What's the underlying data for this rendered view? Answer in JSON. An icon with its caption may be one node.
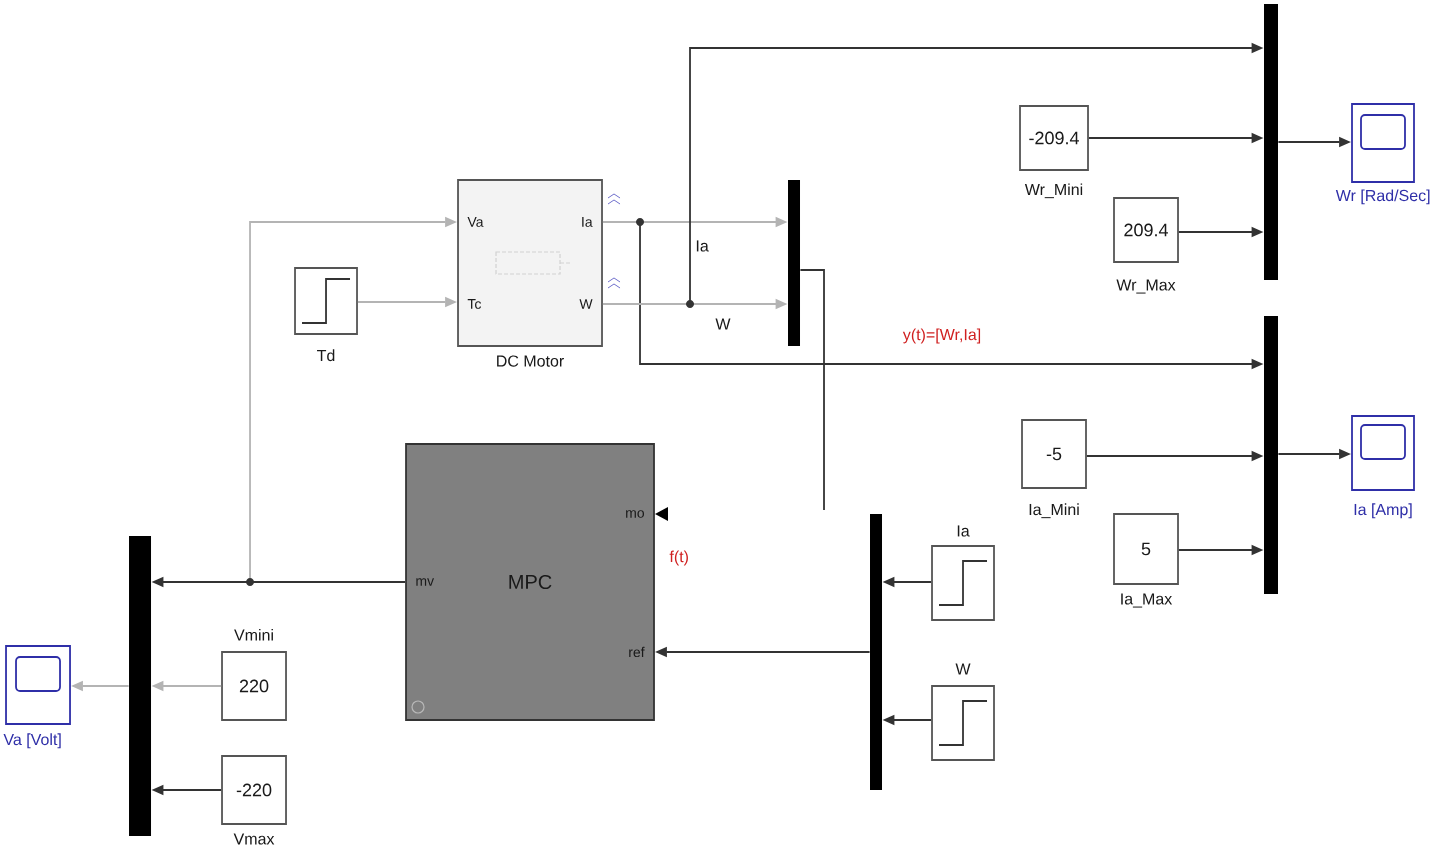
{
  "diagram": {
    "nodes": [
      {
        "text": [
          "Va",
          "Tc",
          "Ia",
          "W"
        ],
        "beside": [
          "DC Motor"
        ]
      },
      {
        "text": [],
        "shape": "box",
        "beside": [
          "Td"
        ]
      },
      {
        "text": [],
        "shape": "bar"
      },
      {
        "text": [],
        "shape": "bar"
      },
      {
        "text": [
          "-209.4"
        ],
        "beside": [
          "Wr_Mini"
        ]
      },
      {
        "text": [
          "209.4"
        ],
        "beside": [
          "Wr_Max"
        ]
      },
      {
        "text": [],
        "shape": "box",
        "beside": [
          "Wr [Rad/Sec]"
        ]
      },
      {
        "text": [],
        "shape": "bar"
      },
      {
        "text": [
          "-5"
        ],
        "beside": [
          "Ia_Mini"
        ]
      },
      {
        "text": [
          "5"
        ],
        "beside": [
          "Ia_Max"
        ]
      },
      {
        "text": [],
        "shape": "box",
        "beside": [
          "Ia [Amp]"
        ]
      },
      {
        "text": [
          "mo",
          "mv",
          "MPC",
          "ref"
        ]
      },
      {
        "text": [],
        "shape": "bar"
      },
      {
        "text": [],
        "shape": "box",
        "beside": [
          "Ia"
        ]
      },
      {
        "text": [],
        "shape": "box",
        "beside": [
          "W"
        ]
      },
      {
        "text": [],
        "shape": "bar"
      },
      {
        "text": [],
        "shape": "box",
        "beside": [
          "Va [Volt]"
        ]
      },
      {
        "text": [
          "220"
        ],
        "beside": [
          "Vmini"
        ]
      },
      {
        "text": [
          "-220"
        ],
        "beside": [
          "Vmax"
        ]
      }
    ],
    "edges": [
      {
        "from": 1,
        "to": 0,
        "arrow": "to",
        "color": "#b4b4b4"
      },
      {
        "from": 0,
        "to": 2,
        "arrow": "to",
        "label": "Ia",
        "color": "#b4b4b4"
      },
      {
        "from": 0,
        "to": 2,
        "arrow": "to",
        "label": "W",
        "color": "#b4b4b4"
      },
      {
        "from": 0,
        "to": 3,
        "arrow": "to"
      },
      {
        "from": 0,
        "to": 7,
        "arrow": "to",
        "label": "y(t)=[Wr,Ia]"
      },
      {
        "from": 2,
        "to": null,
        "arrow": "none"
      },
      {
        "from": 4,
        "to": 3,
        "arrow": "to"
      },
      {
        "from": 5,
        "to": 3,
        "arrow": "to"
      },
      {
        "from": 3,
        "to": 6,
        "arrow": "to"
      },
      {
        "from": 8,
        "to": 7,
        "arrow": "to"
      },
      {
        "from": 9,
        "to": 7,
        "arrow": "to"
      },
      {
        "from": 7,
        "to": 10,
        "arrow": "to"
      },
      {
        "from": 12,
        "to": 11,
        "arrow": "to"
      },
      {
        "from": 13,
        "to": 12,
        "arrow": "to"
      },
      {
        "from": 14,
        "to": 12,
        "arrow": "to"
      },
      {
        "from": 11,
        "to": 15,
        "arrow": "to"
      },
      {
        "from": 11,
        "to": 0,
        "arrow": "to",
        "color": "#b4b4b4"
      },
      {
        "from": 15,
        "to": 16,
        "arrow": "to",
        "color": "#b4b4b4"
      },
      {
        "from": 17,
        "to": 15,
        "arrow": "to",
        "color": "#b4b4b4"
      },
      {
        "from": 18,
        "to": 15,
        "arrow": "to"
      }
    ],
    "labels": [
      "f(t)"
    ]
  }
}
